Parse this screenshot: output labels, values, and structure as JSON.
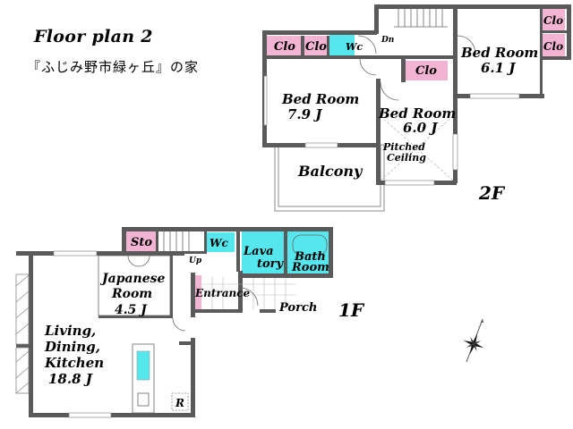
{
  "header": {
    "title": "Floor plan  2",
    "subtitle": "『ふじみ野市緑ヶ丘』の家"
  },
  "colors": {
    "wall": "#5a5a5a",
    "closet_fill": "#f3b3d2",
    "wet_area_fill": "#55e6ee",
    "background": "#ffffff"
  },
  "floor2": {
    "label": "2F",
    "rooms": {
      "clo1": "Clo",
      "clo2": "Clo",
      "wc": "Wc",
      "stairs": "Dn",
      "bed_79_name": "Bed Room",
      "bed_79_size": "7.9 J",
      "bed_60_clo": "Clo",
      "bed_60_name": "Bed Room",
      "bed_60_size": "6.0 J",
      "pitched_1": "Pitched",
      "pitched_2": "Ceiling",
      "bed_61_name": "Bed Room",
      "bed_61_size": "6.1 J",
      "clo_r1": "Clo",
      "clo_r2": "Clo",
      "balcony": "Balcony"
    }
  },
  "floor1": {
    "label": "1F",
    "rooms": {
      "sto": "Sto",
      "stairs": "Up",
      "wc": "Wc",
      "lavatory_1": "Lava",
      "lavatory_2": "tory",
      "bath_1": "Bath",
      "bath_2": "Room",
      "japanese_1": "Japanese",
      "japanese_2": "Room",
      "japanese_size": "4.5 J",
      "entrance": "Entrance",
      "porch": "Porch",
      "ldk_1": "Living,",
      "ldk_2": "Dining,",
      "ldk_3": "Kitchen",
      "ldk_size": "18.8 J",
      "fridge": "R"
    }
  },
  "compass": {
    "icon": "compass-rose-icon",
    "north": "N"
  }
}
